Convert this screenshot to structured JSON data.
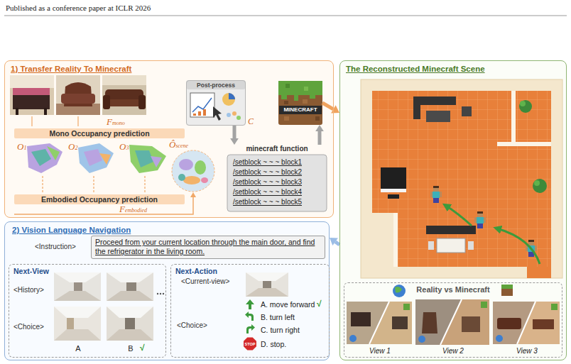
{
  "diagram": {
    "nodes": [
      {
        "text": [
          "1) Transfer Reality To Minecraft"
        ]
      },
      {
        "text": [
          "Mono Occupancy prediction"
        ],
        "in": 0
      },
      {
        "text": [
          "Embodied Occupancy prediction"
        ],
        "in": 0
      },
      {
        "text": [
          "Post-process"
        ],
        "in": 0
      },
      {
        "text": [
          "minecraft function",
          "/setblock ~ ~ ~ block1",
          "/setblock ~ ~ ~ block2",
          "/setblock ~ ~ ~ block3",
          "/setblock ~ ~ ~ block4",
          "/setblock ~ ~ ~ block5"
        ],
        "in": 0
      },
      {
        "text": [
          "MINECRAFT"
        ],
        "in": 0
      },
      {
        "text": [
          "The Reconstructed Minecraft Scene"
        ]
      },
      {
        "text": [
          "Reality vs Minecraft",
          "View 1",
          "View 2",
          "View 3"
        ],
        "in": 6
      },
      {
        "text": [
          "2) Vision Language Navigation"
        ]
      },
      {
        "text": [
          "<Instruction>",
          "Proceed from your current location through the main door, and find the refrigerator in the living room."
        ],
        "in": 8
      },
      {
        "text": [
          "Next-View",
          "<History>",
          "<Choice>",
          "A",
          "B",
          "√"
        ],
        "in": 8
      },
      {
        "text": [
          "Next-Action",
          "<Current-view>",
          "<Choice>",
          "A. move forward",
          "√",
          "B. turn left",
          "C. turn right",
          "D. stop."
        ],
        "in": 8
      }
    ],
    "edges": [
      {
        "from": 3,
        "to": 4,
        "arrow": "to"
      },
      {
        "from": 4,
        "to": 5,
        "arrow": "to"
      },
      {
        "from": 5,
        "to": 6,
        "arrow": "to"
      },
      {
        "from": 6,
        "to": 8,
        "arrow": "to"
      }
    ],
    "labels": [
      "Published as a conference paper at ICLR 2026",
      "Fmono",
      "O1",
      "O2",
      "O3",
      "Ôscene",
      "Fembodied",
      "C",
      "STOP"
    ]
  }
}
